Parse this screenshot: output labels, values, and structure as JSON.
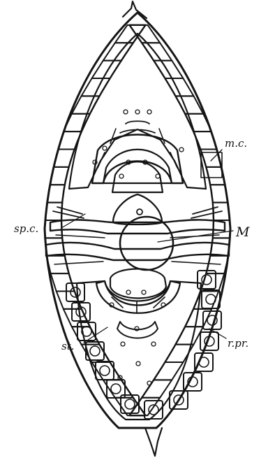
{
  "figure": {
    "labels": {
      "mc": "m.c.",
      "spc": "sp.c.",
      "M": "M",
      "st": "st.",
      "rpr": "r.pr."
    }
  }
}
